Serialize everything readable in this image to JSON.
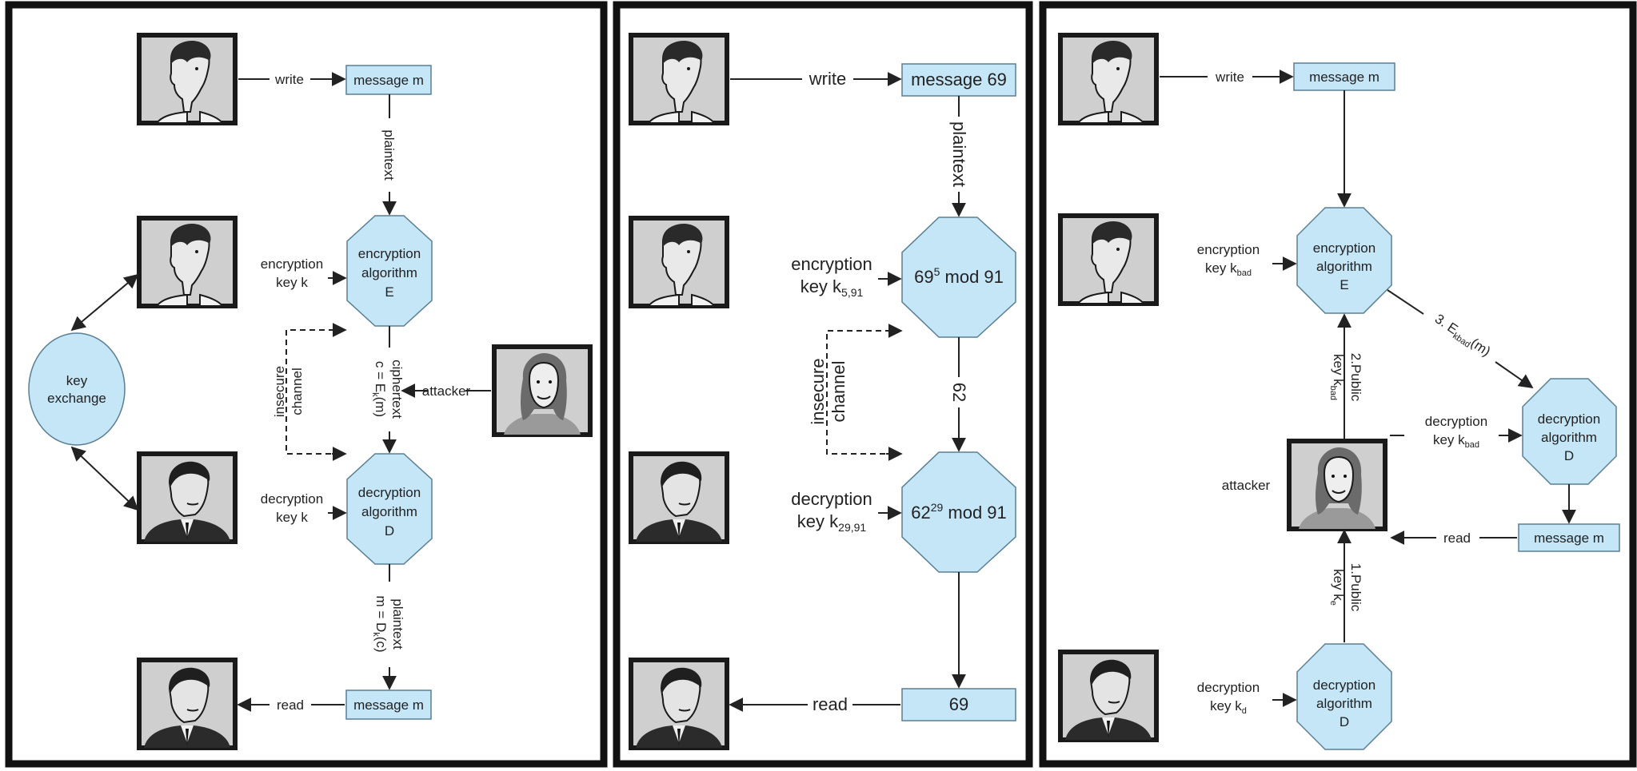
{
  "panels": {
    "p1": {
      "message_top": "message m",
      "message_bottom": "message m",
      "enc_node": [
        "encryption",
        "algorithm",
        "E"
      ],
      "dec_node": [
        "decryption",
        "algorithm",
        "D"
      ],
      "key_exchange": [
        "key",
        "exchange"
      ],
      "write": "write",
      "read": "read",
      "plaintext_top": "plaintext",
      "enc_key": [
        "encryption",
        "key k"
      ],
      "dec_key": [
        "decryption",
        "key k"
      ],
      "insecure": [
        "insecure",
        "channel"
      ],
      "ciphertext": [
        "ciphertext",
        "c = E",
        "k",
        "(m)"
      ],
      "plaintext_bottom": [
        "plaintext",
        "m = D",
        "k",
        "(c)"
      ],
      "attacker": "attacker"
    },
    "p2": {
      "message_top": "message 69",
      "result": "69",
      "enc_node": [
        "69",
        "5",
        " mod 91"
      ],
      "dec_node": [
        "62",
        "29",
        " mod 91"
      ],
      "write": "write",
      "read": "read",
      "plaintext": "plaintext",
      "enc_key": [
        "encryption",
        "key k",
        "5,91"
      ],
      "dec_key": [
        "decryption",
        "key k",
        "29,91"
      ],
      "insecure": [
        "insecure",
        "channel"
      ],
      "cipher_value": "62"
    },
    "p3": {
      "message_top": "message m",
      "message_bottom": "message m",
      "enc_node": [
        "encryption",
        "algorithm",
        "E"
      ],
      "dec_node_right": [
        "decryption",
        "algorithm",
        "D"
      ],
      "dec_node_bottom": [
        "decryption",
        "algorithm",
        "D"
      ],
      "write": "write",
      "read": "read",
      "enc_key": [
        "encryption",
        "key k",
        "bad"
      ],
      "dec_key_right": [
        "decryption",
        "key k",
        "bad"
      ],
      "dec_key_bottom": [
        "decryption",
        "key k",
        "d"
      ],
      "step2": [
        "2.Public",
        "key k",
        "bad"
      ],
      "step3": [
        "3. E",
        "kbad",
        "(m)"
      ],
      "step1": [
        "1.Public",
        "key k",
        "e"
      ],
      "attacker": "attacker"
    }
  }
}
